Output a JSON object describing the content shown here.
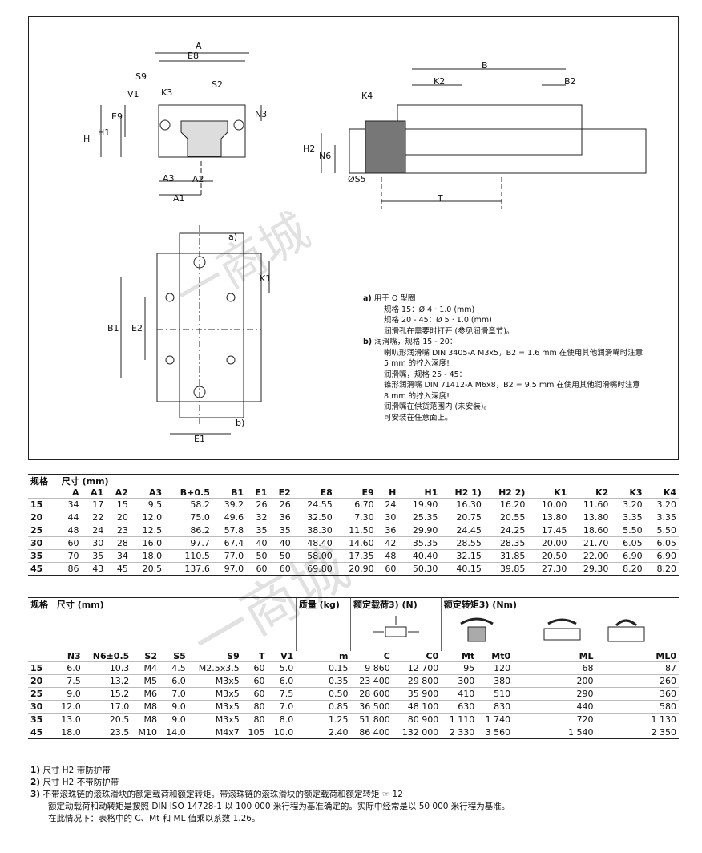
{
  "drawing": {
    "labels": {
      "A": "A",
      "E8": "E8",
      "S9": "S9",
      "K3": "K3",
      "S2": "S2",
      "V1": "V1",
      "E9": "E9",
      "N3": "N3",
      "H": "H",
      "H1": "H1",
      "A3": "A3",
      "A2": "A2",
      "A1": "A1",
      "B": "B",
      "K2": "K2",
      "B2": "B2",
      "K4": "K4",
      "H2": "H2",
      "N6": "N6",
      "S5": "ØS5",
      "T": "T",
      "K1": "K1",
      "B1": "B1",
      "E2": "E2",
      "E1": "E1",
      "a": "a)",
      "b": "b)"
    },
    "notes": [
      {
        "tag": "a)",
        "text": "用于 O 型圈"
      },
      {
        "indent": true,
        "text": "规格 15：Ø 4 · 1.0 (mm)"
      },
      {
        "indent": true,
        "text": "规格 20 - 45：Ø 5 · 1.0 (mm)"
      },
      {
        "indent": true,
        "text": "润滑孔在需要时打开 (参见润滑章节)。"
      },
      {
        "tag": "b)",
        "text": "润滑嘴，规格 15 - 20："
      },
      {
        "indent": true,
        "text": "喇叭形润滑嘴 DIN 3405-A M3x5，B2 = 1.6 mm 在使用其他润滑嘴时注意"
      },
      {
        "indent": true,
        "text": "5 mm 的拧入深度!"
      },
      {
        "indent": true,
        "text": "润滑嘴，规格 25 - 45："
      },
      {
        "indent": true,
        "text": "锥形润滑嘴 DIN 71412-A M6x8，B2 = 9.5 mm 在使用其他润滑嘴时注意"
      },
      {
        "indent": true,
        "text": "8 mm 的拧入深度!"
      },
      {
        "indent": true,
        "text": "润滑嘴在供货范围内 (未安装)。"
      },
      {
        "indent": true,
        "text": "可安装在任意面上。"
      }
    ]
  },
  "table1": {
    "spec_label": "规格",
    "dim_label": "尺寸 (mm)",
    "columns": [
      "A",
      "A1",
      "A2",
      "A3",
      "B+0.5",
      "B1",
      "E1",
      "E2",
      "E8",
      "E9",
      "H",
      "H1",
      "H2 1)",
      "H2 2)",
      "K1",
      "K2",
      "K3",
      "K4"
    ],
    "rows": [
      [
        "15",
        "34",
        "17",
        "15",
        "9.5",
        "58.2",
        "39.2",
        "26",
        "26",
        "24.55",
        "6.70",
        "24",
        "19.90",
        "16.30",
        "16.20",
        "10.00",
        "11.60",
        "3.20",
        "3.20"
      ],
      [
        "20",
        "44",
        "22",
        "20",
        "12.0",
        "75.0",
        "49.6",
        "32",
        "36",
        "32.50",
        "7.30",
        "30",
        "25.35",
        "20.75",
        "20.55",
        "13.80",
        "13.80",
        "3.35",
        "3.35"
      ],
      [
        "25",
        "48",
        "24",
        "23",
        "12.5",
        "86.2",
        "57.8",
        "35",
        "35",
        "38.30",
        "11.50",
        "36",
        "29.90",
        "24.45",
        "24.25",
        "17.45",
        "18.60",
        "5.50",
        "5.50"
      ],
      [
        "30",
        "60",
        "30",
        "28",
        "16.0",
        "97.7",
        "67.4",
        "40",
        "40",
        "48.40",
        "14.60",
        "42",
        "35.35",
        "28.55",
        "28.35",
        "20.00",
        "21.70",
        "6.05",
        "6.05"
      ],
      [
        "35",
        "70",
        "35",
        "34",
        "18.0",
        "110.5",
        "77.0",
        "50",
        "50",
        "58.00",
        "17.35",
        "48",
        "40.40",
        "32.15",
        "31.85",
        "20.50",
        "22.00",
        "6.90",
        "6.90"
      ],
      [
        "45",
        "86",
        "43",
        "45",
        "20.5",
        "137.6",
        "97.0",
        "60",
        "60",
        "69.80",
        "20.90",
        "60",
        "50.30",
        "40.15",
        "39.85",
        "27.30",
        "29.30",
        "8.20",
        "8.20"
      ]
    ]
  },
  "table2": {
    "spec_label": "规格",
    "dim_label": "尺寸 (mm)",
    "mass_label": "质量 (kg)",
    "load_label": "额定载荷3) (N)",
    "torque_label": "额定转矩3) (Nm)",
    "columns": [
      "N3",
      "N6±0.5",
      "S2",
      "S5",
      "S9",
      "T",
      "V1",
      "m",
      "C",
      "C0",
      "Mt",
      "Mt0",
      "ML",
      "ML0"
    ],
    "rows": [
      [
        "15",
        "6.0",
        "10.3",
        "M4",
        "4.5",
        "M2.5x3.5",
        "60",
        "5.0",
        "0.15",
        "9 860",
        "12 700",
        "95",
        "120",
        "68",
        "87"
      ],
      [
        "20",
        "7.5",
        "13.2",
        "M5",
        "6.0",
        "M3x5",
        "60",
        "6.0",
        "0.35",
        "23 400",
        "29 800",
        "300",
        "380",
        "200",
        "260"
      ],
      [
        "25",
        "9.0",
        "15.2",
        "M6",
        "7.0",
        "M3x5",
        "60",
        "7.5",
        "0.50",
        "28 600",
        "35 900",
        "410",
        "510",
        "290",
        "360"
      ],
      [
        "30",
        "12.0",
        "17.0",
        "M8",
        "9.0",
        "M3x5",
        "80",
        "7.0",
        "0.85",
        "36 500",
        "48 100",
        "630",
        "830",
        "440",
        "580"
      ],
      [
        "35",
        "13.0",
        "20.5",
        "M8",
        "9.0",
        "M3x5",
        "80",
        "8.0",
        "1.25",
        "51 800",
        "80 900",
        "1 110",
        "1 740",
        "720",
        "1 130"
      ],
      [
        "45",
        "18.0",
        "23.5",
        "M10",
        "14.0",
        "M4x7",
        "105",
        "10.0",
        "2.40",
        "86 400",
        "132 000",
        "2 330",
        "3 560",
        "1 540",
        "2 350"
      ]
    ]
  },
  "footnotes": [
    {
      "tag": "1)",
      "text": "尺寸 H2 带防护带"
    },
    {
      "tag": "2)",
      "text": "尺寸 H2 不带防护带"
    },
    {
      "tag": "3)",
      "text": "不带滚珠链的滚珠滑块的额定载荷和额定转矩。带滚珠链的滚珠滑块的额定载荷和额定转矩 ☞ 12"
    },
    {
      "indent": true,
      "text": "额定动载荷和动转矩是按照 DIN ISO 14728-1 以 100 000 米行程为基准确定的。实际中经常是以 50 000 米行程为基准。"
    },
    {
      "indent": true,
      "text": "在此情况下：表格中的 C、Mt 和 ML 值乘以系数 1.26。"
    }
  ],
  "watermark": "一商城"
}
